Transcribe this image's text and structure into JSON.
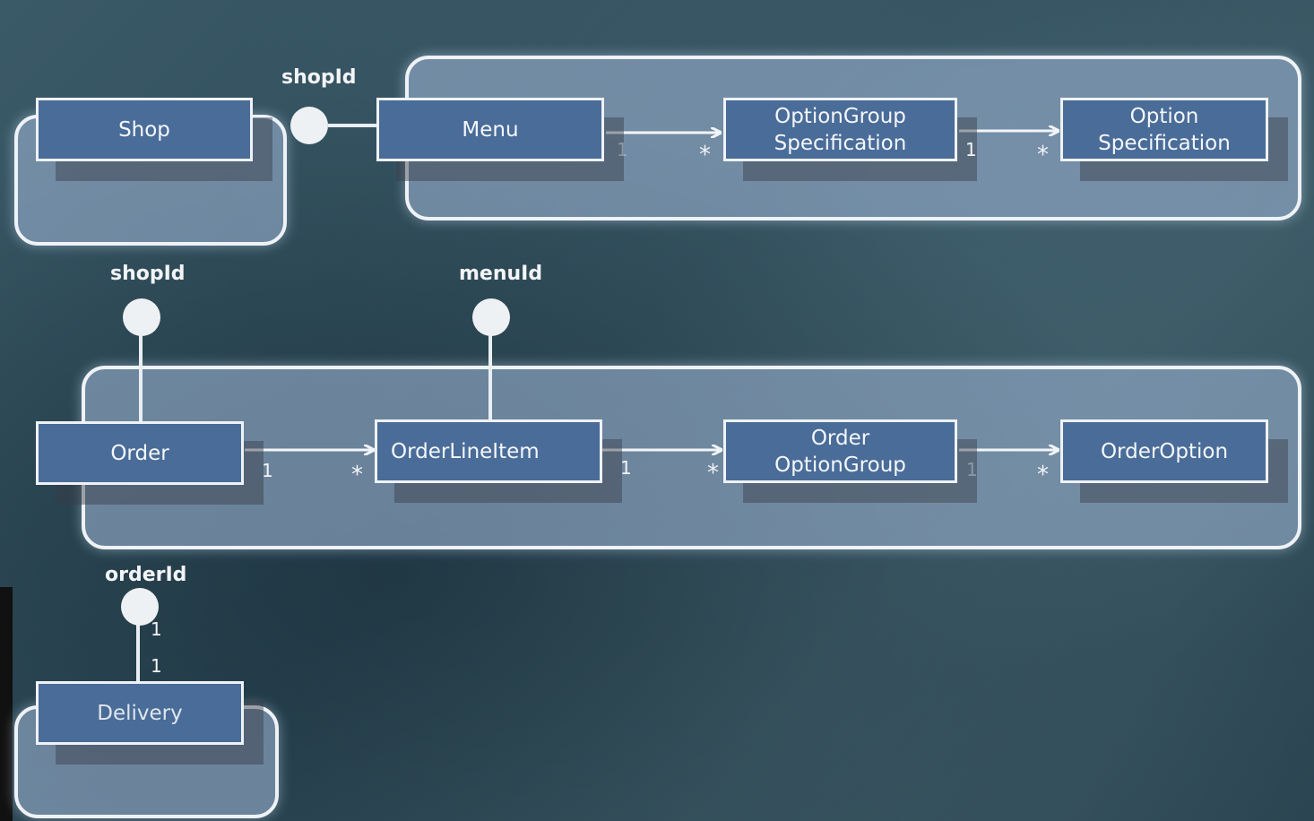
{
  "entities": {
    "shop": [
      "Shop"
    ],
    "menu": [
      "Menu"
    ],
    "option_group_spec": [
      "OptionGroup",
      "Specification"
    ],
    "option_spec": [
      "Option",
      "Specification"
    ],
    "order": [
      "Order"
    ],
    "order_line_item": [
      "OrderLineItem"
    ],
    "order_option_group": [
      "Order",
      "OptionGroup"
    ],
    "order_option": [
      "OrderOption"
    ],
    "delivery": [
      "Delivery"
    ]
  },
  "references": {
    "menu_shop": "shopId",
    "order_shop": "shopId",
    "order_line_menu": "menuId",
    "delivery_order": "orderId"
  },
  "multiplicities": {
    "menu_to_ogs": [
      "1",
      "*"
    ],
    "ogs_to_os": [
      "1",
      "*"
    ],
    "order_to_oli": [
      "1",
      "*"
    ],
    "oli_to_oog": [
      "1",
      "*"
    ],
    "oog_to_oo": [
      "1",
      "*"
    ],
    "delivery_order": [
      "1",
      "1"
    ]
  }
}
